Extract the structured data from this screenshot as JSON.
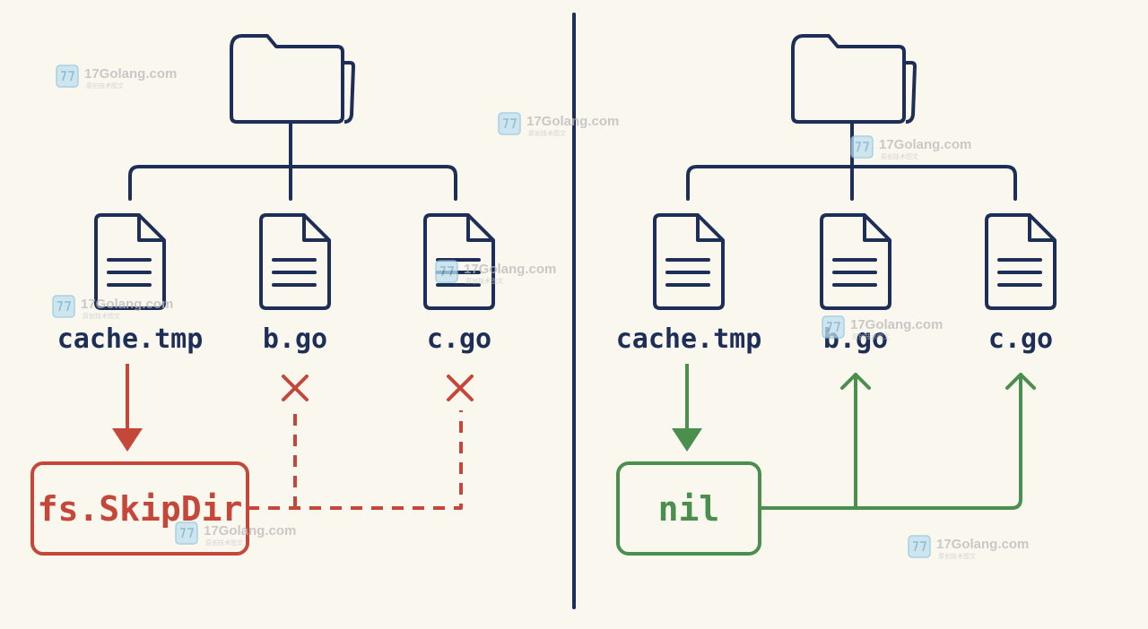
{
  "left": {
    "files": [
      {
        "name": "cache.tmp"
      },
      {
        "name": "b.go"
      },
      {
        "name": "c.go"
      }
    ],
    "result": "fs.SkipDir"
  },
  "right": {
    "files": [
      {
        "name": "cache.tmp"
      },
      {
        "name": "b.go"
      },
      {
        "name": "c.go"
      }
    ],
    "result": "nil"
  },
  "watermark": {
    "site": "17Golang.com",
    "tagline": "原创技术图文"
  },
  "colors": {
    "ink": "#1e2f57",
    "skip": "#c4473a",
    "pass": "#4a8f4d",
    "background": "#faf7ef"
  }
}
